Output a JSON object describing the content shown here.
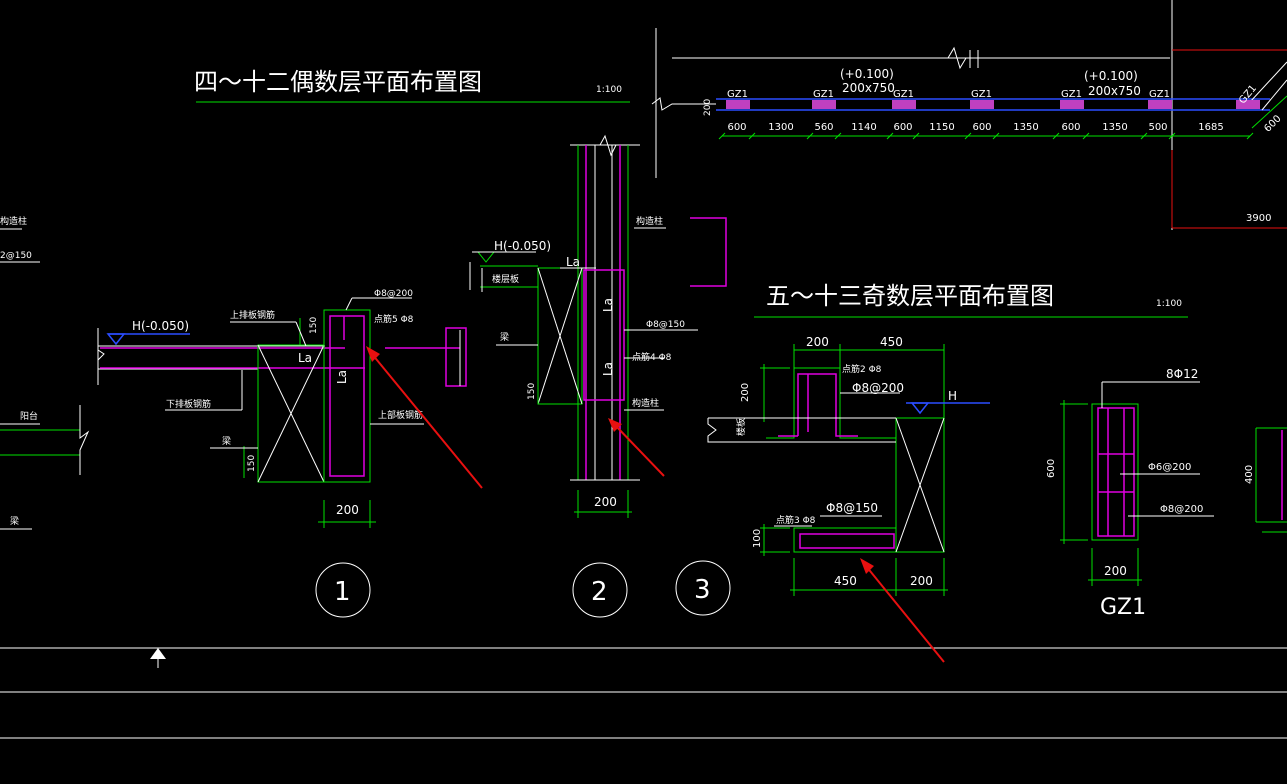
{
  "titles": {
    "even_floors": "四～十二偶数层平面布置图",
    "odd_floors": "五～十三奇数层平面布置图",
    "scale_even": "1:100",
    "scale_odd": "1:100"
  },
  "plan_top": {
    "beam_note_1": "(+0.100)",
    "beam_size_1": "200x750",
    "beam_note_2": "(+0.100)",
    "beam_size_2": "200x750",
    "wall_thickness": "200",
    "gz_labels": [
      "GZ1",
      "GZ1",
      "GZ1",
      "GZ1",
      "GZ1",
      "GZ1",
      "GZ1"
    ],
    "dims": [
      "600",
      "1300",
      "560",
      "1140",
      "600",
      "1150",
      "600",
      "1350",
      "600",
      "1350",
      "500",
      "1685"
    ],
    "diag_dim": "600",
    "right_dim": "3900"
  },
  "left_edge": {
    "label_column": "构造柱",
    "label_spacing": "2@150",
    "label_balcony": "阳台",
    "label_beam": "梁"
  },
  "detail1": {
    "level": "H(-0.050)",
    "top_rebar": "上排板钢筋",
    "stirrup": "Φ8@200",
    "corner_bars": "点筋5 Φ8",
    "dim_150_top": "150",
    "la_h": "La",
    "la_v": "La",
    "bottom_rebar": "下排板钢筋",
    "upper_rebar": "上部板钢筋",
    "beam": "梁",
    "dim_150_bot": "150",
    "dim_200": "200",
    "number": "1"
  },
  "detail2": {
    "column": "构造柱",
    "level": "H(-0.050)",
    "la_top": "La",
    "slab": "楼层板",
    "la_v1": "La",
    "stirrup": "Φ8@150",
    "la_v2": "La",
    "corner_bars": "点筋4 Φ8",
    "beam": "梁",
    "dim_150": "150",
    "column2": "构造柱",
    "dim_200": "200",
    "number": "2"
  },
  "detail3": {
    "dim_200": "200",
    "dim_450": "450",
    "corner_bars": "点筋2 Φ8",
    "dim_200_v": "200",
    "stirrup": "Φ8@200",
    "level": "H",
    "slab": "楼板",
    "stirrup2": "Φ8@150",
    "corner_bars2": "点筋3 Φ8",
    "dim_100": "100",
    "dim_450_b": "450",
    "dim_200_b": "200",
    "number": "3"
  },
  "gz1": {
    "main_bars": "8Φ12",
    "tie1": "Φ6@200",
    "tie2": "Φ8@200",
    "height": "600",
    "width": "200",
    "name": "GZ1",
    "right_dim": "400"
  }
}
